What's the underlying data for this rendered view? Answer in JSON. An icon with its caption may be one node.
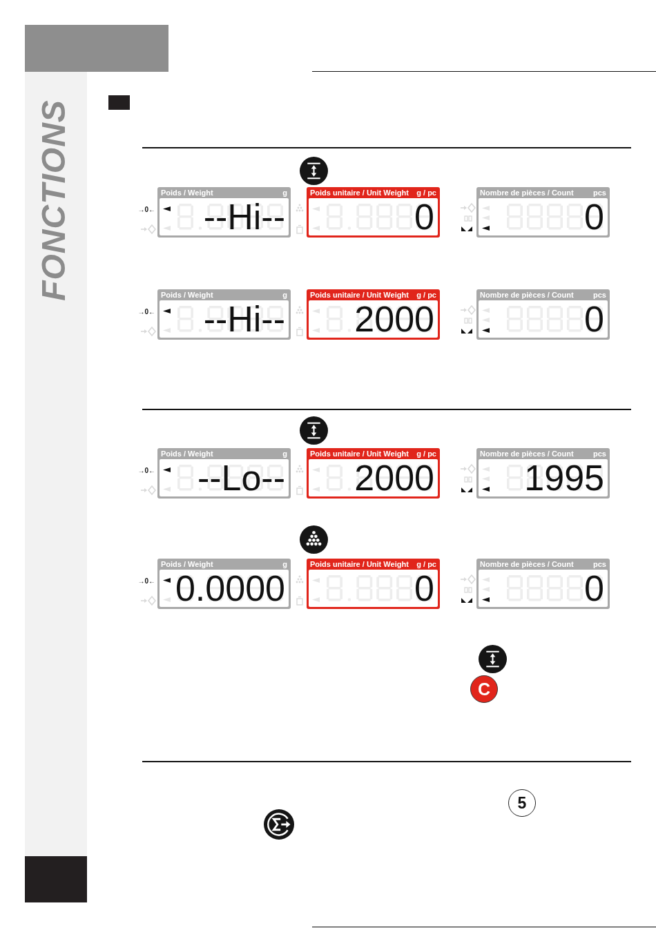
{
  "diagram": {
    "nodes": [
      {
        "text": [
          "Poids / Weight",
          "g",
          "--Hi--"
        ],
        "beside": [
          "→0←"
        ]
      },
      {
        "text": [
          "Poids unitaire / Unit Weight",
          "g / pc",
          "0"
        ]
      },
      {
        "text": [
          "Nombre de pièces / Count",
          "pcs",
          "0"
        ]
      },
      {
        "text": [
          "Poids / Weight",
          "g",
          "--Hi--"
        ],
        "beside": [
          "→0←"
        ]
      },
      {
        "text": [
          "Poids unitaire / Unit Weight",
          "g / pc",
          "2000"
        ]
      },
      {
        "text": [
          "Nombre de pièces / Count",
          "pcs",
          "0"
        ]
      },
      {
        "text": [
          "Poids / Weight",
          "g",
          "--Lo--"
        ],
        "beside": [
          "→0←"
        ]
      },
      {
        "text": [
          "Poids unitaire / Unit Weight",
          "g / pc",
          "2000"
        ]
      },
      {
        "text": [
          "Nombre de pièces / Count",
          "pcs",
          "1995"
        ]
      },
      {
        "text": [
          "Poids / Weight",
          "g",
          "0.0000"
        ],
        "beside": [
          "→0←"
        ]
      },
      {
        "text": [
          "Poids unitaire / Unit Weight",
          "g / pc",
          "0"
        ]
      },
      {
        "text": [
          "Nombre de pièces / Count",
          "pcs",
          "0"
        ]
      },
      {
        "text": [
          "C"
        ]
      },
      {
        "text": [
          "5"
        ]
      }
    ],
    "labels": [
      "FONCTIONS"
    ]
  }
}
